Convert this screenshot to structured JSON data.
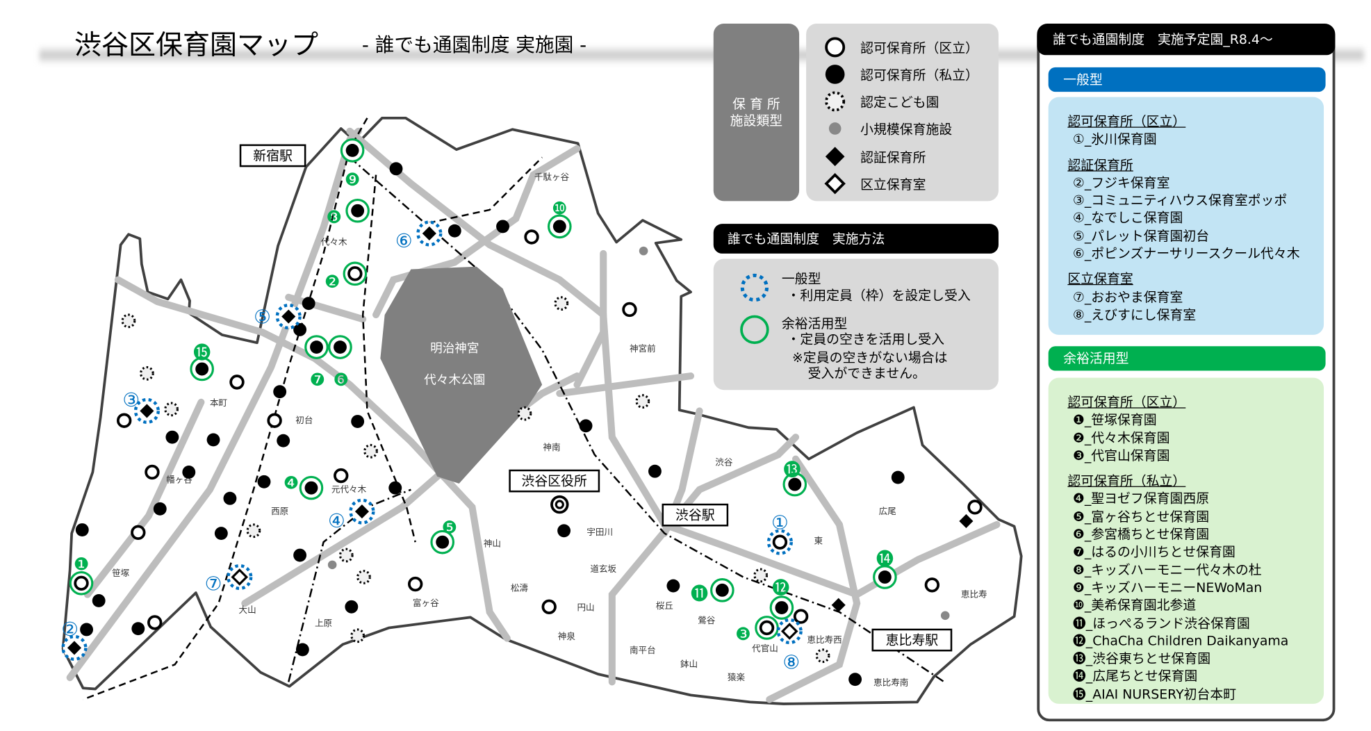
{
  "header": {
    "title": "渋谷区保育園マップ",
    "subtitle": "- 誰でも通園制度 実施園 -"
  },
  "facility_types": {
    "label_line1": "保 育 所",
    "label_line2": "施設類型",
    "items": [
      {
        "icon": "open-circle-icon",
        "label": "認可保育所（区立）"
      },
      {
        "icon": "filled-circle-icon",
        "label": "認可保育所（私立）"
      },
      {
        "icon": "dotted-circle-icon",
        "label": "認定こども園"
      },
      {
        "icon": "gray-dot-icon",
        "label": "小規模保育施設"
      },
      {
        "icon": "filled-diamond-icon",
        "label": "認証保育所"
      },
      {
        "icon": "open-diamond-icon",
        "label": "区立保育室"
      }
    ]
  },
  "method": {
    "title": "誰でも通園制度　実施方法",
    "general": {
      "icon": "blue-dotted-circle-icon",
      "name": "一般型",
      "desc": "・利用定員（枠）を設定し受入"
    },
    "surplus": {
      "icon": "green-circle-icon",
      "name": "余裕活用型",
      "desc": "・定員の空きを活用し受入",
      "note1": "※定員の空きがない場合は",
      "note2": "受入ができません。"
    }
  },
  "colors": {
    "general": "#0070c0",
    "general_bg": "#c2e4f4",
    "surplus": "#00b050",
    "surplus_bg": "#d9f2d0",
    "park": "#808080",
    "legend_bg": "#d9d9d9"
  },
  "schedule": {
    "title": "誰でも通園制度　実施予定園_R8.4～",
    "general": {
      "label": "一般型",
      "groups": [
        {
          "category": "認可保育所（区立）",
          "items": [
            "①_氷川保育園"
          ]
        },
        {
          "category": "認証保育所",
          "items": [
            "②_フジキ保育室",
            "③_コミュニティハウス保育室ポッポ",
            "④_なでしこ保育園",
            "⑤_パレット保育園初台",
            "⑥_ポピンズナーサリースクール代々木"
          ]
        },
        {
          "category": "区立保育室",
          "items": [
            "⑦_おおやま保育室",
            "⑧_えびすにし保育室"
          ]
        }
      ]
    },
    "surplus": {
      "label": "余裕活用型",
      "groups": [
        {
          "category": "認可保育所（区立）",
          "items": [
            "❶_笹塚保育園",
            "❷_代々木保育園",
            "❸_代官山保育園"
          ]
        },
        {
          "category": "認可保育所（私立）",
          "items": [
            "❹_聖ヨゼフ保育園西原",
            "❺_富ヶ谷ちとせ保育園",
            "❻_参宮橋ちとせ保育園",
            "❼_はるの小川ちとせ保育園",
            "❽_キッズハーモニー代々木の杜",
            "❾_キッズハーモニーNEWoMan",
            "❿_美希保育園北参道",
            "⓫_ほっぺるランド渋谷保育園",
            "⓬_ChaCha Children Daikanyama",
            "⓭_渋谷東ちとせ保育園",
            "⓮_広尾ちとせ保育園",
            "⓯_AIAI NURSERY初台本町"
          ]
        }
      ]
    }
  },
  "map": {
    "park": [
      "明治神宮",
      "代々木公園"
    ],
    "stations": [
      "新宿駅",
      "渋谷区役所",
      "渋谷駅",
      "恵比寿駅"
    ],
    "areas": [
      "代々木",
      "千駄ヶ谷",
      "神宮前",
      "本町",
      "初台",
      "幡ヶ谷",
      "元代々木",
      "西原",
      "笹塚",
      "大山",
      "上原",
      "富ヶ谷",
      "神南",
      "宇田川",
      "神山",
      "松濤",
      "道玄坂",
      "円山",
      "神泉",
      "桜丘",
      "鶯谷",
      "南平台",
      "鉢山",
      "猿楽",
      "代官山",
      "恵比寿西",
      "恵比寿南",
      "渋谷",
      "東",
      "広尾",
      "恵比寿"
    ],
    "surplus_markers": [
      {
        "label": "❶",
        "type": "open"
      },
      {
        "label": "❷",
        "type": "open"
      },
      {
        "label": "❸",
        "type": "open"
      },
      {
        "label": "❹",
        "type": "filled"
      },
      {
        "label": "❺",
        "type": "filled"
      },
      {
        "label": "❻",
        "type": "filled"
      },
      {
        "label": "❼",
        "type": "filled"
      },
      {
        "label": "❽",
        "type": "filled"
      },
      {
        "label": "❾",
        "type": "filled"
      },
      {
        "label": "❿",
        "type": "filled"
      },
      {
        "label": "⓫",
        "type": "filled"
      },
      {
        "label": "⓬",
        "type": "filled"
      },
      {
        "label": "⓭",
        "type": "filled"
      },
      {
        "label": "⓮",
        "type": "filled"
      },
      {
        "label": "⓯",
        "type": "filled"
      }
    ],
    "general_markers": [
      {
        "label": "①",
        "type": "open"
      },
      {
        "label": "②",
        "type": "diamond"
      },
      {
        "label": "③",
        "type": "diamond"
      },
      {
        "label": "④",
        "type": "diamond"
      },
      {
        "label": "⑤",
        "type": "diamond"
      },
      {
        "label": "⑥",
        "type": "diamond"
      },
      {
        "label": "⑦",
        "type": "open-diamond"
      },
      {
        "label": "⑧",
        "type": "open-diamond"
      }
    ]
  }
}
